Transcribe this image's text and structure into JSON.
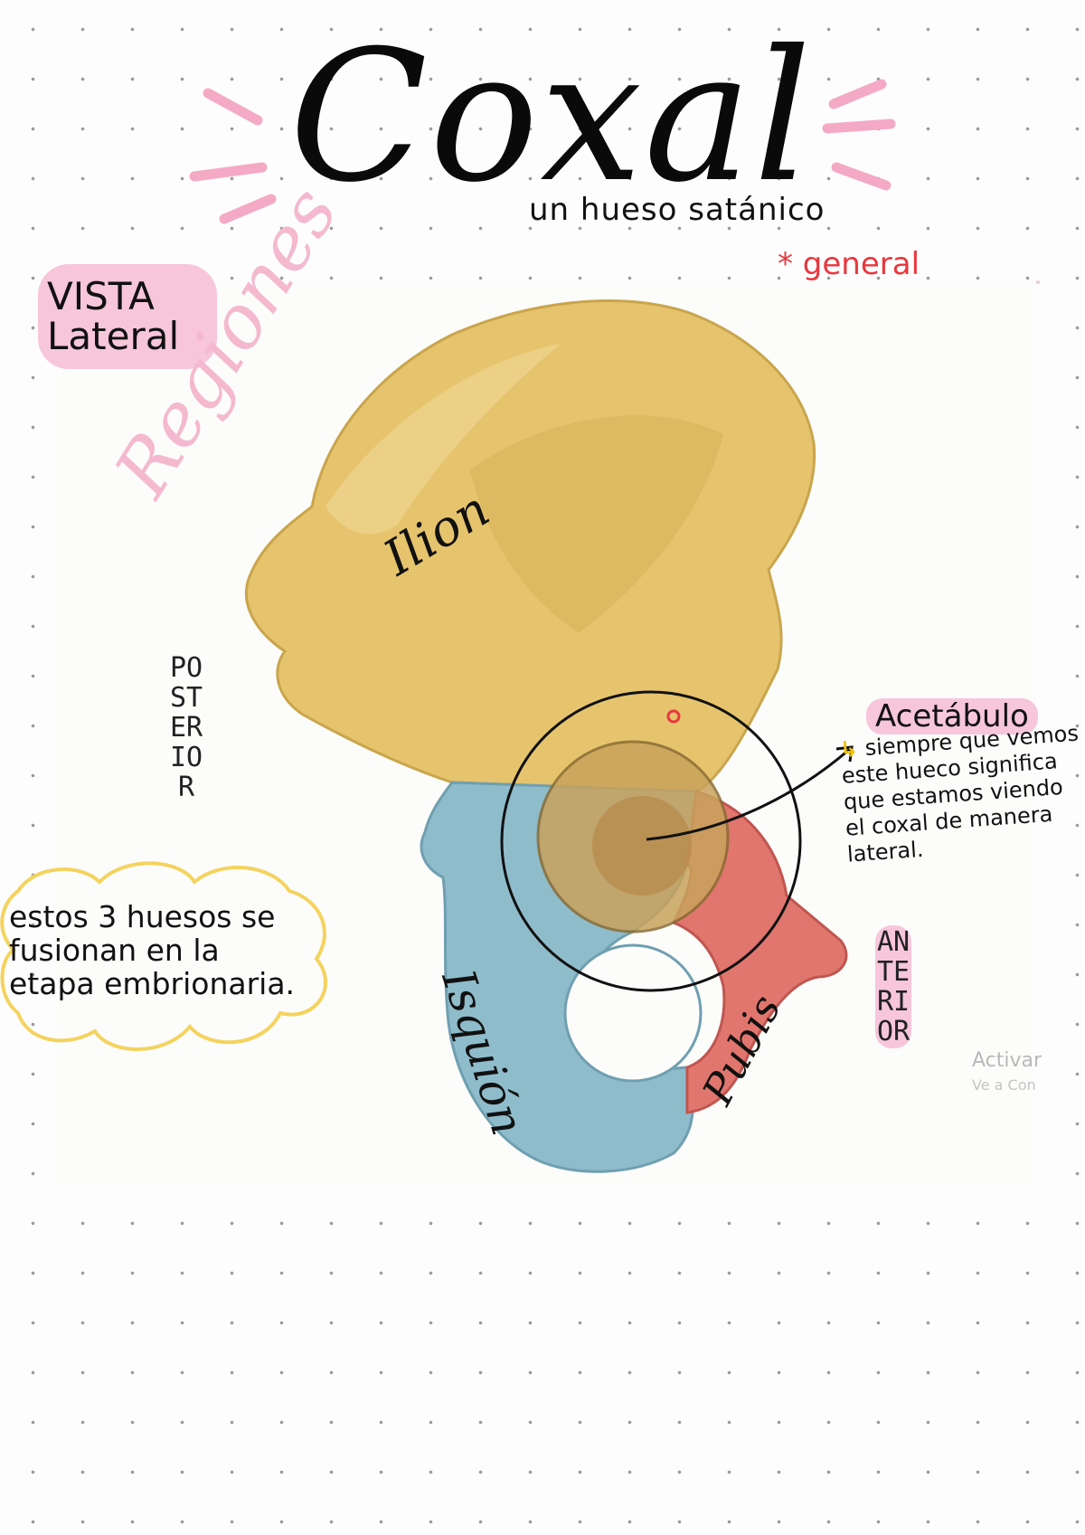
{
  "title": "Coxal",
  "subtitle": "un hueso satánico",
  "general_note": "* general",
  "view_label": "VISTA Lateral",
  "regions_label": "Regiones",
  "regions": {
    "ilion": "Ilion",
    "isquion": "Isquión",
    "pubis": "Pubis"
  },
  "orientation": {
    "posterior": "POSTERIOR",
    "anterior": "ANTERIOR"
  },
  "acetabulo": {
    "title": "Acetábulo",
    "note": "siempre que vemos este hueco significa que estamos viendo el coxal de manera lateral."
  },
  "fusion_note": "estos 3 huesos se fusionan en la etapa embrionaria.",
  "watermark": {
    "line1": "Activar",
    "line2": "Ve a Con"
  },
  "colors": {
    "ilion": "#e6c46e",
    "isquion": "#8fbccb",
    "pubis": "#e0766e",
    "pink_highlight": "#f7c6da",
    "red_note": "#e8373d",
    "yellow_cloud": "#f4d35e"
  }
}
